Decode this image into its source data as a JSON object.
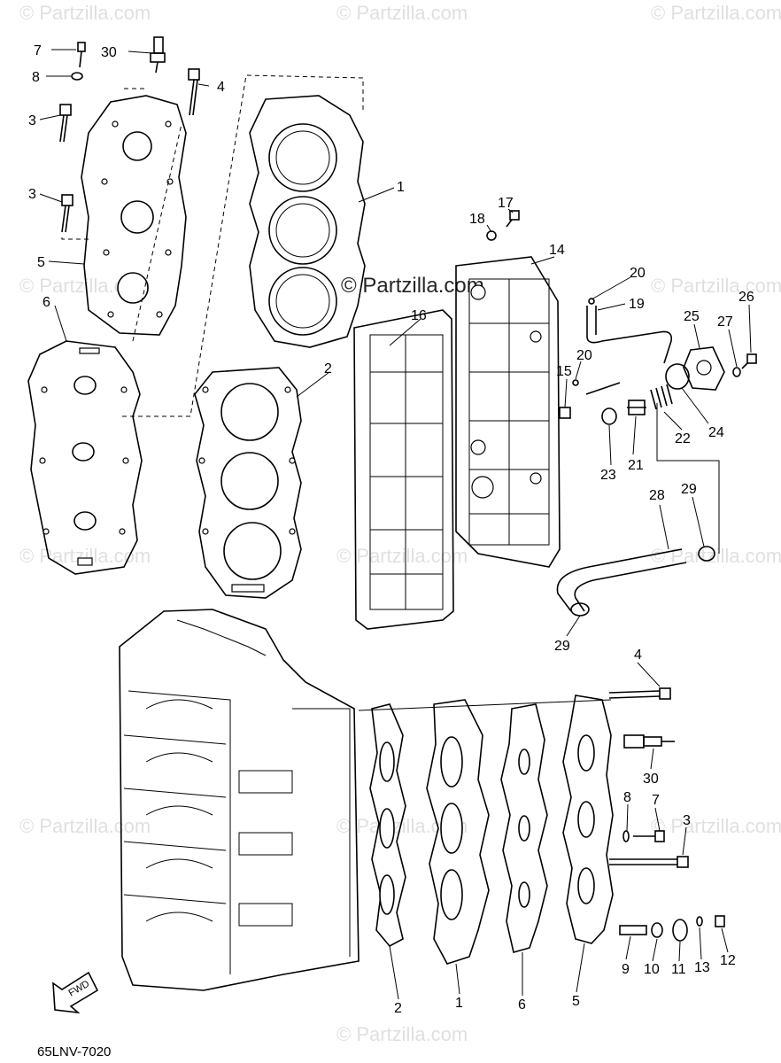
{
  "watermarks": [
    "© Partzilla.com",
    "© Partzilla.com",
    "© Partzilla.com",
    "© Partzilla.com",
    "© Partzilla.com",
    "© Partzilla.com",
    "© Partzilla.com",
    "© Partzilla.com",
    "© Partzilla.com",
    "© Partzilla.com",
    "© Partzilla.com",
    "© Partzilla.com"
  ],
  "watermark_center": "© Partzilla.com",
  "diagram_code": "65LNV-7020",
  "fwd_label": "FWD",
  "callouts": {
    "c1a": "1",
    "c1b": "1",
    "c2a": "2",
    "c2b": "2",
    "c3a": "3",
    "c3b": "3",
    "c3c": "3",
    "c4a": "4",
    "c4b": "4",
    "c5a": "5",
    "c5b": "5",
    "c6a": "6",
    "c6b": "6",
    "c7a": "7",
    "c7b": "7",
    "c8a": "8",
    "c8b": "8",
    "c9": "9",
    "c10": "10",
    "c11": "11",
    "c12": "12",
    "c13": "13",
    "c14": "14",
    "c15": "15",
    "c16": "16",
    "c17": "17",
    "c18": "18",
    "c19": "19",
    "c20a": "20",
    "c20b": "20",
    "c21": "21",
    "c22": "22",
    "c23": "23",
    "c24": "24",
    "c25": "25",
    "c26": "26",
    "c27": "27",
    "c28": "28",
    "c29a": "29",
    "c29b": "29",
    "c30a": "30",
    "c30b": "30"
  }
}
